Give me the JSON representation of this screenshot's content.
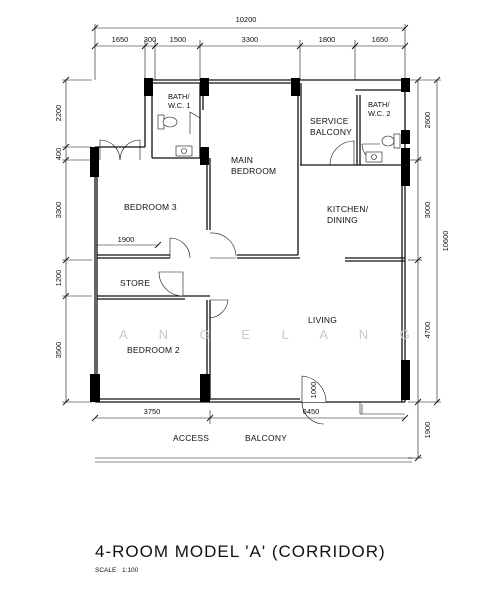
{
  "drawing": {
    "title": "4-ROOM MODEL 'A' (CORRIDOR)",
    "scale_label": "SCALE",
    "scale_value": "1:100",
    "watermark": "A N G E L A   N G"
  },
  "dimensions": {
    "top_total": "10200",
    "top_segments": [
      "1650",
      "300",
      "1500",
      "3300",
      "1800",
      "1650"
    ],
    "left_segments": [
      "2200",
      "400",
      "3300",
      "1200",
      "3500"
    ],
    "right_segments": [
      "2600",
      "3000",
      "4700",
      "1900"
    ],
    "right_total": "10600",
    "bottom_left": "3750",
    "bottom_right": "6450",
    "inner": "1900",
    "door": "1000"
  },
  "rooms": {
    "bath1_line1": "BATH/",
    "bath1_line2": "W.C. 1",
    "main_bedroom_line1": "MAIN",
    "main_bedroom_line2": "BEDROOM",
    "service_balcony_line1": "SERVICE",
    "service_balcony_line2": "BALCONY",
    "bath2_line1": "BATH/",
    "bath2_line2": "W.C. 2",
    "bedroom3": "BEDROOM 3",
    "kitchen_line1": "KITCHEN/",
    "kitchen_line2": "DINING",
    "store": "STORE",
    "living": "LIVING",
    "bedroom2": "BEDROOM 2",
    "access": "ACCESS",
    "balcony": "BALCONY"
  }
}
